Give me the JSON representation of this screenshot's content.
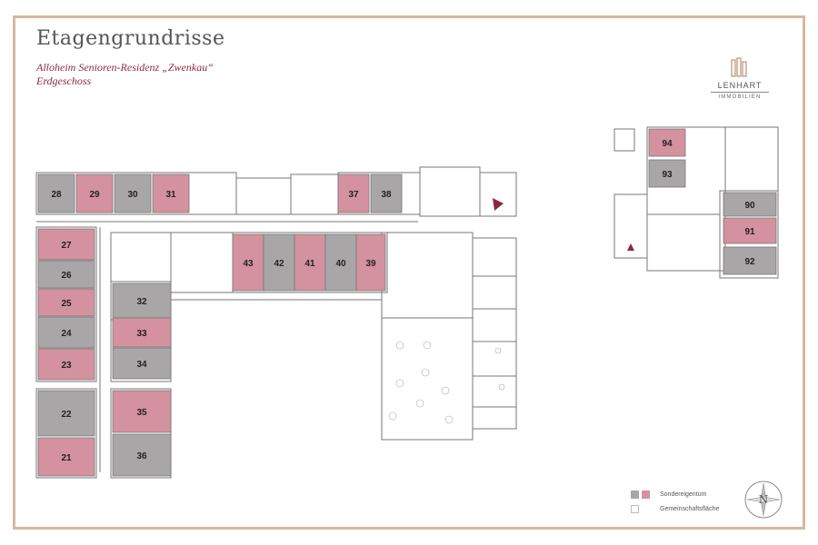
{
  "header": {
    "title": "Etagengrundrisse",
    "subtitle": "Alloheim Senioren-Residenz „Zwenkau“",
    "floor": "Erdgeschoss"
  },
  "logo": {
    "name": "LENHART",
    "sub": "IMMOBILIEN"
  },
  "legend": {
    "items": [
      {
        "label": "Sondereigentum",
        "swatches": [
          "grey",
          "pink"
        ]
      },
      {
        "label": "Gemeinschaftsfläche",
        "swatches": [
          "white"
        ]
      }
    ]
  },
  "compass": {
    "letter": "N"
  },
  "colors": {
    "grey": "#a8a6a6",
    "pink": "#d4919f",
    "accent": "#8b2a3a",
    "frame": "#d8b79e",
    "wall": "#777777"
  },
  "units": [
    {
      "label": "28",
      "color": "grey"
    },
    {
      "label": "29",
      "color": "pink"
    },
    {
      "label": "30",
      "color": "grey"
    },
    {
      "label": "31",
      "color": "pink"
    },
    {
      "label": "37",
      "color": "pink"
    },
    {
      "label": "38",
      "color": "grey"
    },
    {
      "label": "27",
      "color": "pink"
    },
    {
      "label": "26",
      "color": "grey"
    },
    {
      "label": "25",
      "color": "pink"
    },
    {
      "label": "24",
      "color": "grey"
    },
    {
      "label": "23",
      "color": "pink"
    },
    {
      "label": "22",
      "color": "grey"
    },
    {
      "label": "21",
      "color": "pink"
    },
    {
      "label": "32",
      "color": "grey"
    },
    {
      "label": "33",
      "color": "pink"
    },
    {
      "label": "34",
      "color": "grey"
    },
    {
      "label": "35",
      "color": "pink"
    },
    {
      "label": "36",
      "color": "grey"
    },
    {
      "label": "43",
      "color": "pink"
    },
    {
      "label": "42",
      "color": "grey"
    },
    {
      "label": "41",
      "color": "pink"
    },
    {
      "label": "40",
      "color": "grey"
    },
    {
      "label": "39",
      "color": "pink"
    },
    {
      "label": "94",
      "color": "pink"
    },
    {
      "label": "93",
      "color": "grey"
    },
    {
      "label": "90",
      "color": "grey"
    },
    {
      "label": "91",
      "color": "pink"
    },
    {
      "label": "92",
      "color": "grey"
    }
  ]
}
